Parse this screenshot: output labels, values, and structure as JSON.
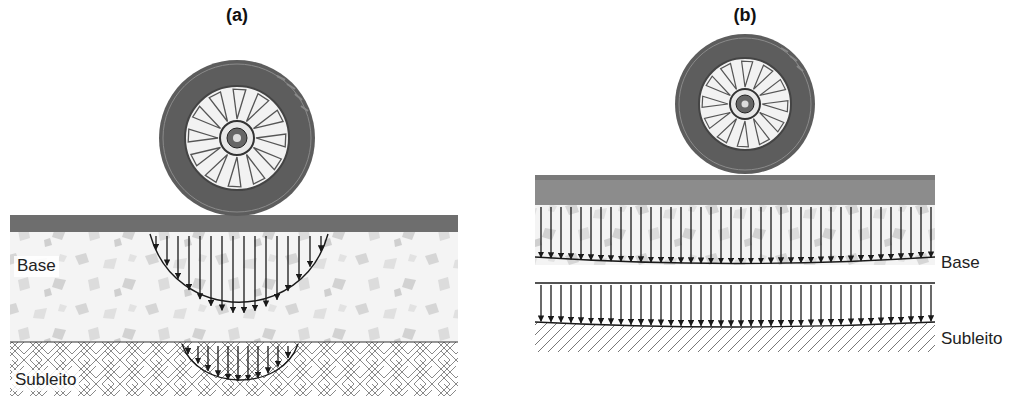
{
  "diagram": {
    "labels": [
      "(a)",
      "(b)",
      "Base",
      "Subleito",
      "Base",
      "Subleito"
    ]
  }
}
